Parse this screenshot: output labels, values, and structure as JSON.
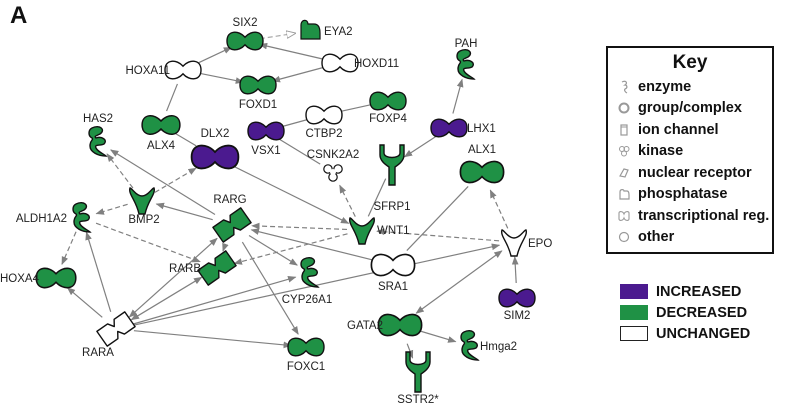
{
  "panel_letter": "A",
  "colors": {
    "increased": "#4b1a8f",
    "decreased": "#1f9145",
    "unchanged": "#ffffff",
    "edge": "#808080",
    "outline": "#111111"
  },
  "nodes": [
    {
      "id": "SIX2",
      "label": "SIX2",
      "shape": "transcriptional_regulator",
      "status": "decreased"
    },
    {
      "id": "EYA2",
      "label": "EYA2",
      "shape": "phosphatase",
      "status": "decreased"
    },
    {
      "id": "HOXA11",
      "label": "HOXA11",
      "shape": "transcriptional_regulator",
      "status": "unchanged"
    },
    {
      "id": "HOXD11",
      "label": "HOXD11",
      "shape": "transcriptional_regulator",
      "status": "unchanged"
    },
    {
      "id": "FOXD1",
      "label": "FOXD1",
      "shape": "transcriptional_regulator",
      "status": "decreased"
    },
    {
      "id": "PAH",
      "label": "PAH",
      "shape": "enzyme",
      "status": "decreased"
    },
    {
      "id": "HAS2",
      "label": "HAS2",
      "shape": "enzyme",
      "status": "decreased"
    },
    {
      "id": "ALX4",
      "label": "ALX4",
      "shape": "transcriptional_regulator",
      "status": "decreased"
    },
    {
      "id": "DLX2",
      "label": "DLX2",
      "shape": "transcriptional_regulator",
      "status": "increased"
    },
    {
      "id": "VSX1",
      "label": "VSX1",
      "shape": "transcriptional_regulator",
      "status": "increased"
    },
    {
      "id": "CTBP2",
      "label": "CTBP2",
      "shape": "transcriptional_regulator",
      "status": "unchanged"
    },
    {
      "id": "FOXP4",
      "label": "FOXP4",
      "shape": "transcriptional_regulator",
      "status": "decreased"
    },
    {
      "id": "LHX1",
      "label": "LHX1",
      "shape": "transcriptional_regulator",
      "status": "increased"
    },
    {
      "id": "CSNK2A2",
      "label": "CSNK2A2",
      "shape": "kinase",
      "status": "unchanged"
    },
    {
      "id": "SFRP1",
      "label": "SFRP1",
      "shape": "transmembrane_receptor",
      "status": "decreased"
    },
    {
      "id": "ALX1",
      "label": "ALX1",
      "shape": "transcriptional_regulator",
      "status": "decreased"
    },
    {
      "id": "ALDH1A2",
      "label": "ALDH1A2",
      "shape": "enzyme",
      "status": "decreased"
    },
    {
      "id": "BMP2",
      "label": "BMP2",
      "shape": "growth_factor",
      "status": "decreased"
    },
    {
      "id": "RARG",
      "label": "RARG",
      "shape": "nuclear_receptor",
      "status": "decreased"
    },
    {
      "id": "WNT1",
      "label": "WNT1",
      "shape": "growth_factor",
      "status": "decreased"
    },
    {
      "id": "EPO",
      "label": "EPO",
      "shape": "growth_factor",
      "status": "unchanged"
    },
    {
      "id": "HOXA4",
      "label": "HOXA4",
      "shape": "transcriptional_regulator",
      "status": "decreased"
    },
    {
      "id": "RARB",
      "label": "RARB",
      "shape": "nuclear_receptor",
      "status": "decreased"
    },
    {
      "id": "CYP26A1",
      "label": "CYP26A1",
      "shape": "enzyme",
      "status": "decreased"
    },
    {
      "id": "SRA1",
      "label": "SRA1",
      "shape": "transcriptional_regulator",
      "status": "unchanged"
    },
    {
      "id": "SIM2",
      "label": "SIM2",
      "shape": "transcriptional_regulator",
      "status": "increased"
    },
    {
      "id": "RARA",
      "label": "RARA",
      "shape": "nuclear_receptor",
      "status": "unchanged"
    },
    {
      "id": "GATA2",
      "label": "GATA2",
      "shape": "transcriptional_regulator",
      "status": "decreased"
    },
    {
      "id": "Hmga2",
      "label": "Hmga2",
      "shape": "enzyme",
      "status": "decreased"
    },
    {
      "id": "FOXC1",
      "label": "FOXC1",
      "shape": "transcriptional_regulator",
      "status": "decreased"
    },
    {
      "id": "SSTR2",
      "label": "SSTR2*",
      "shape": "transmembrane_receptor",
      "status": "decreased"
    }
  ],
  "edges": [
    {
      "from": "SIX2",
      "to": "EYA2",
      "style": "dashed",
      "arrow": "open"
    },
    {
      "from": "HOXA11",
      "to": "SIX2",
      "style": "solid",
      "arrow": "filled"
    },
    {
      "from": "HOXA11",
      "to": "FOXD1",
      "style": "solid",
      "arrow": "filled"
    },
    {
      "from": "HOXD11",
      "to": "SIX2",
      "style": "solid",
      "arrow": "filled"
    },
    {
      "from": "HOXD11",
      "to": "FOXD1",
      "style": "solid",
      "arrow": "filled"
    },
    {
      "from": "ALX4",
      "to": "HOXA11",
      "style": "solid",
      "arrow": "none"
    },
    {
      "from": "ALX4",
      "to": "DLX2",
      "style": "solid",
      "arrow": "none"
    },
    {
      "from": "VSX1",
      "to": "CTBP2",
      "style": "solid",
      "arrow": "none"
    },
    {
      "from": "CTBP2",
      "to": "FOXP4",
      "style": "solid",
      "arrow": "none"
    },
    {
      "from": "VSX1",
      "to": "CSNK2A2",
      "style": "solid",
      "arrow": "none"
    },
    {
      "from": "LHX1",
      "to": "PAH",
      "style": "solid",
      "arrow": "filled"
    },
    {
      "from": "LHX1",
      "to": "SFRP1",
      "style": "solid",
      "arrow": "filled"
    },
    {
      "from": "DLX2",
      "to": "WNT1",
      "style": "solid",
      "arrow": "filled"
    },
    {
      "from": "SFRP1",
      "to": "WNT1",
      "style": "solid",
      "arrow": "none"
    },
    {
      "from": "WNT1",
      "to": "CSNK2A2",
      "style": "dashed",
      "arrow": "filled"
    },
    {
      "from": "BMP2",
      "to": "HAS2",
      "style": "dashed",
      "arrow": "filled"
    },
    {
      "from": "BMP2",
      "to": "DLX2",
      "style": "dashed",
      "arrow": "filled"
    },
    {
      "from": "BMP2",
      "to": "ALDH1A2",
      "style": "dashed",
      "arrow": "filled"
    },
    {
      "from": "RARG",
      "to": "HAS2",
      "style": "solid",
      "arrow": "filled"
    },
    {
      "from": "RARG",
      "to": "BMP2",
      "style": "solid",
      "arrow": "filled"
    },
    {
      "from": "WNT1",
      "to": "RARG",
      "style": "dashed",
      "arrow": "filled"
    },
    {
      "from": "WNT1",
      "to": "RARB",
      "style": "dashed",
      "arrow": "filled"
    },
    {
      "from": "RARG",
      "to": "RARB",
      "style": "solid",
      "arrow": "filled"
    },
    {
      "from": "RARG",
      "to": "CYP26A1",
      "style": "solid",
      "arrow": "filled"
    },
    {
      "from": "RARG",
      "to": "FOXC1",
      "style": "solid",
      "arrow": "filled"
    },
    {
      "from": "SRA1",
      "to": "RARG",
      "style": "solid",
      "arrow": "filled"
    },
    {
      "from": "SRA1",
      "to": "ALX1",
      "style": "solid",
      "arrow": "none"
    },
    {
      "from": "EPO",
      "to": "WNT1",
      "style": "dashed",
      "arrow": "filled"
    },
    {
      "from": "EPO",
      "to": "ALX1",
      "style": "dashed",
      "arrow": "filled"
    },
    {
      "from": "SIM2",
      "to": "EPO",
      "style": "solid",
      "arrow": "filled"
    },
    {
      "from": "ALDH1A2",
      "to": "HOXA4",
      "style": "dashed",
      "arrow": "filled"
    },
    {
      "from": "ALDH1A2",
      "to": "RARB",
      "style": "dashed",
      "arrow": "filled"
    },
    {
      "from": "RARA",
      "to": "ALDH1A2",
      "style": "solid",
      "arrow": "filled"
    },
    {
      "from": "RARA",
      "to": "HOXA4",
      "style": "solid",
      "arrow": "filled"
    },
    {
      "from": "RARA",
      "to": "RARG",
      "style": "solid",
      "arrow": "both"
    },
    {
      "from": "RARA",
      "to": "RARB",
      "style": "solid",
      "arrow": "both"
    },
    {
      "from": "RARA",
      "to": "CYP26A1",
      "style": "solid",
      "arrow": "filled"
    },
    {
      "from": "RARA",
      "to": "FOXC1",
      "style": "solid",
      "arrow": "filled"
    },
    {
      "from": "RARA",
      "to": "EPO",
      "style": "solid",
      "arrow": "filled"
    },
    {
      "from": "GATA2",
      "to": "EPO",
      "style": "solid",
      "arrow": "both"
    },
    {
      "from": "GATA2",
      "to": "Hmga2",
      "style": "solid",
      "arrow": "filled"
    },
    {
      "from": "GATA2",
      "to": "SSTR2",
      "style": "solid",
      "arrow": "filled"
    }
  ],
  "key": {
    "title": "Key",
    "items": [
      {
        "icon": "enzyme-icon",
        "label": "enzyme"
      },
      {
        "icon": "group-complex-icon",
        "label": "group/complex"
      },
      {
        "icon": "ion-channel-icon",
        "label": "ion channel"
      },
      {
        "icon": "kinase-icon",
        "label": "kinase"
      },
      {
        "icon": "nuclear-receptor-icon",
        "label": "nuclear receptor"
      },
      {
        "icon": "phosphatase-icon",
        "label": "phosphatase"
      },
      {
        "icon": "transcriptional-regulator-icon",
        "label": "transcriptional reg."
      },
      {
        "icon": "other-icon",
        "label": "other"
      }
    ]
  },
  "legend": {
    "items": [
      {
        "status": "increased",
        "label": "INCREASED"
      },
      {
        "status": "decreased",
        "label": "DECREASED"
      },
      {
        "status": "unchanged",
        "label": "UNCHANGED"
      }
    ]
  }
}
